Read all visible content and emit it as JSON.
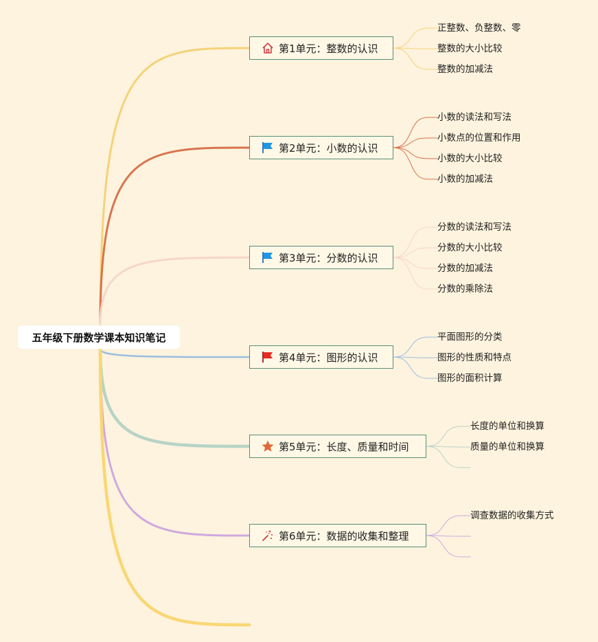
{
  "root": {
    "title": "五年级下册数学课本知识笔记"
  },
  "units": [
    {
      "title": "第1单元：整数的认识",
      "icon": "home-icon",
      "color": "#f5d27a",
      "topics": [
        "正整数、负整数、零",
        "整数的大小比较",
        "整数的加减法"
      ]
    },
    {
      "title": "第2单元：小数的认识",
      "icon": "blue-flag-icon",
      "color": "#d8744f",
      "topics": [
        "小数的读法和写法",
        "小数点的位置和作用",
        "小数的大小比较",
        "小数的加减法"
      ]
    },
    {
      "title": "第3单元：分数的认识",
      "icon": "blue-flag-icon",
      "color": "#f6d6c8",
      "topics": [
        "分数的读法和写法",
        "分数的大小比较",
        "分数的加减法",
        "分数的乘除法"
      ]
    },
    {
      "title": "第4单元：图形的认识",
      "icon": "red-flag-icon",
      "color": "#9bbde0",
      "topics": [
        "平面图形的分类",
        "图形的性质和特点",
        "图形的面积计算"
      ]
    },
    {
      "title": "第5单元：长度、质量和时间",
      "icon": "star-icon",
      "color": "#b7d3c6",
      "topics": [
        "长度的单位和换算",
        "质量的单位和换算",
        ""
      ]
    },
    {
      "title": "第6单元：数据的收集和整理",
      "icon": "sparkle-icon",
      "color": "#cfa8e0",
      "topics": [
        "调查数据的收集方式",
        "",
        ""
      ]
    }
  ],
  "tail_color": "#f9d774"
}
